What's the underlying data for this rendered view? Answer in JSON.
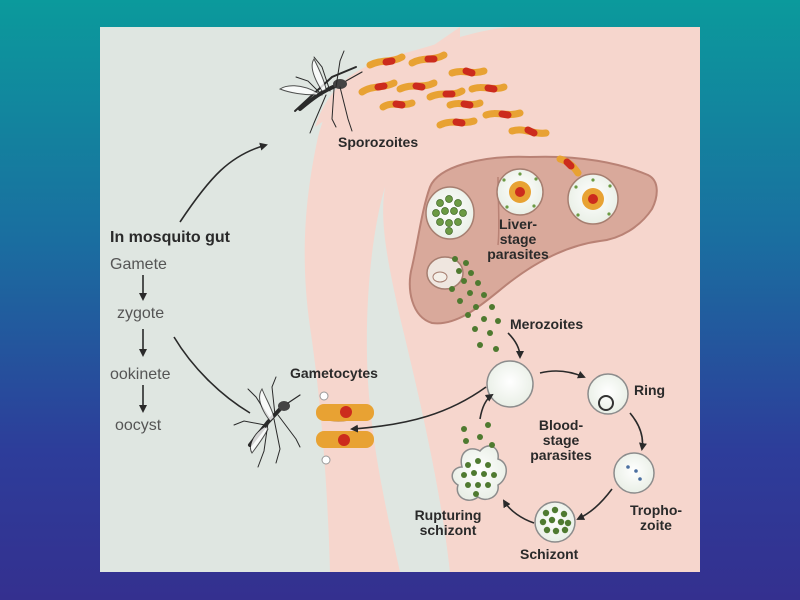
{
  "labels": {
    "sporozoites": "Sporozoites",
    "mosquito_gut": "In mosquito gut",
    "gamete": "Gamete",
    "zygote": "zygote",
    "ookinete": "ookinete",
    "oocyst": "oocyst",
    "liver_stage": "Liver-\nstage\nparasites",
    "merozoites": "Merozoites",
    "gametocytes": "Gametocytes",
    "ring": "Ring",
    "blood_stage": "Blood-\nstage\nparasites",
    "trophozoite": "Tropho-\nzoite",
    "schizont": "Schizont",
    "rupturing_schizont": "Rupturing\nschizont"
  },
  "colors": {
    "background_top": "#0b9a9c",
    "background_bottom": "#34308f",
    "panel_bg": "#dfe6e1",
    "body_skin": "#f6d6cd",
    "liver": "#d9a99b",
    "parasite_orange": "#e8a233",
    "parasite_red": "#cc2b1d",
    "merozoite_green": "#4f7a30",
    "text": "#2a2a2a"
  }
}
